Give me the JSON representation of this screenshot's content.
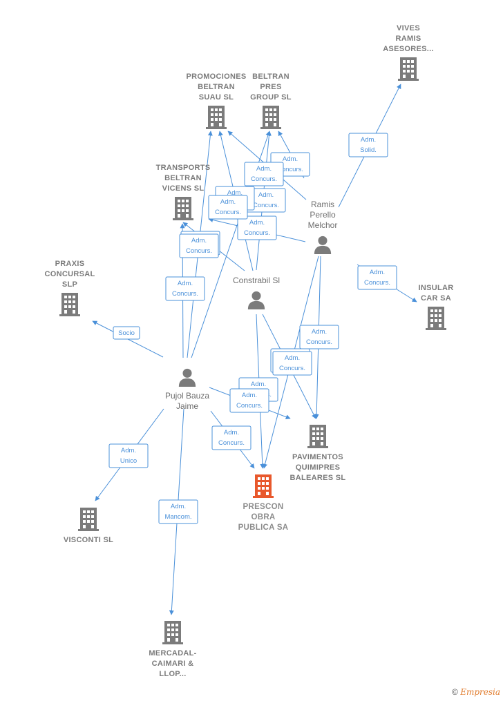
{
  "colors": {
    "company": "#7b7b7b",
    "target": "#e8582c",
    "person": "#7b7b7b",
    "edge": "#4a90d9"
  },
  "companies": [
    {
      "id": "vives",
      "lines": [
        "VIVES",
        "RAMIS",
        "ASESORES..."
      ],
      "icon": "building-icon"
    },
    {
      "id": "promociones",
      "lines": [
        "PROMOCIONES",
        "BELTRAN",
        "SUAU SL"
      ],
      "icon": "building-icon"
    },
    {
      "id": "beltran_pres",
      "lines": [
        "BELTRAN",
        "PRES",
        "GROUP SL"
      ],
      "icon": "building-icon"
    },
    {
      "id": "transports",
      "lines": [
        "TRANSPORTS",
        "BELTRAN",
        "VICENS SL"
      ],
      "icon": "building-icon"
    },
    {
      "id": "praxis",
      "lines": [
        "PRAXIS",
        "CONCURSAL",
        "SLP"
      ],
      "icon": "building-icon"
    },
    {
      "id": "insular",
      "lines": [
        "INSULAR",
        "CAR SA"
      ],
      "icon": "building-icon"
    },
    {
      "id": "pavimentos",
      "lines": [
        "PAVIMENTOS",
        "QUIMIPRES",
        "BALEARES SL"
      ],
      "icon": "building-icon"
    },
    {
      "id": "prescon",
      "lines": [
        "PRESCON",
        "OBRA",
        "PUBLICA SA"
      ],
      "icon": "building-icon",
      "target": true
    },
    {
      "id": "visconti",
      "lines": [
        "VISCONTI  SL"
      ],
      "icon": "building-icon"
    },
    {
      "id": "mercadal",
      "lines": [
        "MERCADAL-",
        "CAIMARI &",
        "LLOP..."
      ],
      "icon": "building-icon"
    }
  ],
  "persons": [
    {
      "id": "ramis",
      "lines": [
        "Ramis",
        "Perello",
        "Melchor"
      ],
      "icon": "person-icon"
    },
    {
      "id": "constrabil",
      "lines": [
        "Constrabil Sl"
      ],
      "icon": "person-icon"
    },
    {
      "id": "pujol",
      "lines": [
        "Pujol Bauza",
        "Jaime"
      ],
      "icon": "person-icon"
    }
  ],
  "edges": [
    {
      "from": "ramis",
      "to": "vives",
      "label": [
        "Adm.",
        "Solid."
      ]
    },
    {
      "from": "ramis",
      "to": "insular",
      "label": [
        "Adm.",
        "Concurs."
      ]
    },
    {
      "from": "ramis",
      "to": "beltran_pres",
      "label": [
        "Adm.",
        "Concurs."
      ]
    },
    {
      "from": "ramis",
      "to": "promociones",
      "label": [
        "Adm.",
        "Concurs."
      ]
    },
    {
      "from": "ramis",
      "to": "transports",
      "label": [
        "Adm.",
        "Concurs."
      ]
    },
    {
      "from": "ramis",
      "to": "pavimentos",
      "label": [
        "Adm.",
        "Concurs."
      ]
    },
    {
      "from": "ramis",
      "to": "prescon",
      "label": [
        "Adm.",
        "Concurs."
      ]
    },
    {
      "from": "constrabil",
      "to": "beltran_pres",
      "label": [
        "Adm.",
        "Concurs."
      ]
    },
    {
      "from": "constrabil",
      "to": "promociones",
      "label": [
        "Adm.",
        "Concurs."
      ]
    },
    {
      "from": "constrabil",
      "to": "transports",
      "label": [
        "Adm.",
        "Concurs."
      ]
    },
    {
      "from": "constrabil",
      "to": "pavimentos",
      "label": [
        "Adm.",
        "Concurs."
      ]
    },
    {
      "from": "constrabil",
      "to": "prescon",
      "label": [
        "Adm.",
        "Concurs."
      ]
    },
    {
      "from": "pujol",
      "to": "praxis",
      "label": [
        "Socio"
      ]
    },
    {
      "from": "pujol",
      "to": "transports",
      "label": [
        "Adm.",
        "Concurs."
      ]
    },
    {
      "from": "pujol",
      "to": "promociones",
      "label": [
        "Adm.",
        "Concurs."
      ]
    },
    {
      "from": "pujol",
      "to": "beltran_pres",
      "label": [
        "Adm.",
        "Concurs."
      ]
    },
    {
      "from": "pujol",
      "to": "pavimentos",
      "label": [
        "Adm.",
        "Concurs."
      ]
    },
    {
      "from": "pujol",
      "to": "prescon",
      "label": [
        "Adm.",
        "Concurs."
      ]
    },
    {
      "from": "pujol",
      "to": "visconti",
      "label": [
        "Adm.",
        "Unico"
      ]
    },
    {
      "from": "pujol",
      "to": "mercadal",
      "label": [
        "Adm.",
        "Mancom."
      ]
    }
  ],
  "watermark": {
    "symbol": "©",
    "brand": "Empresia"
  }
}
